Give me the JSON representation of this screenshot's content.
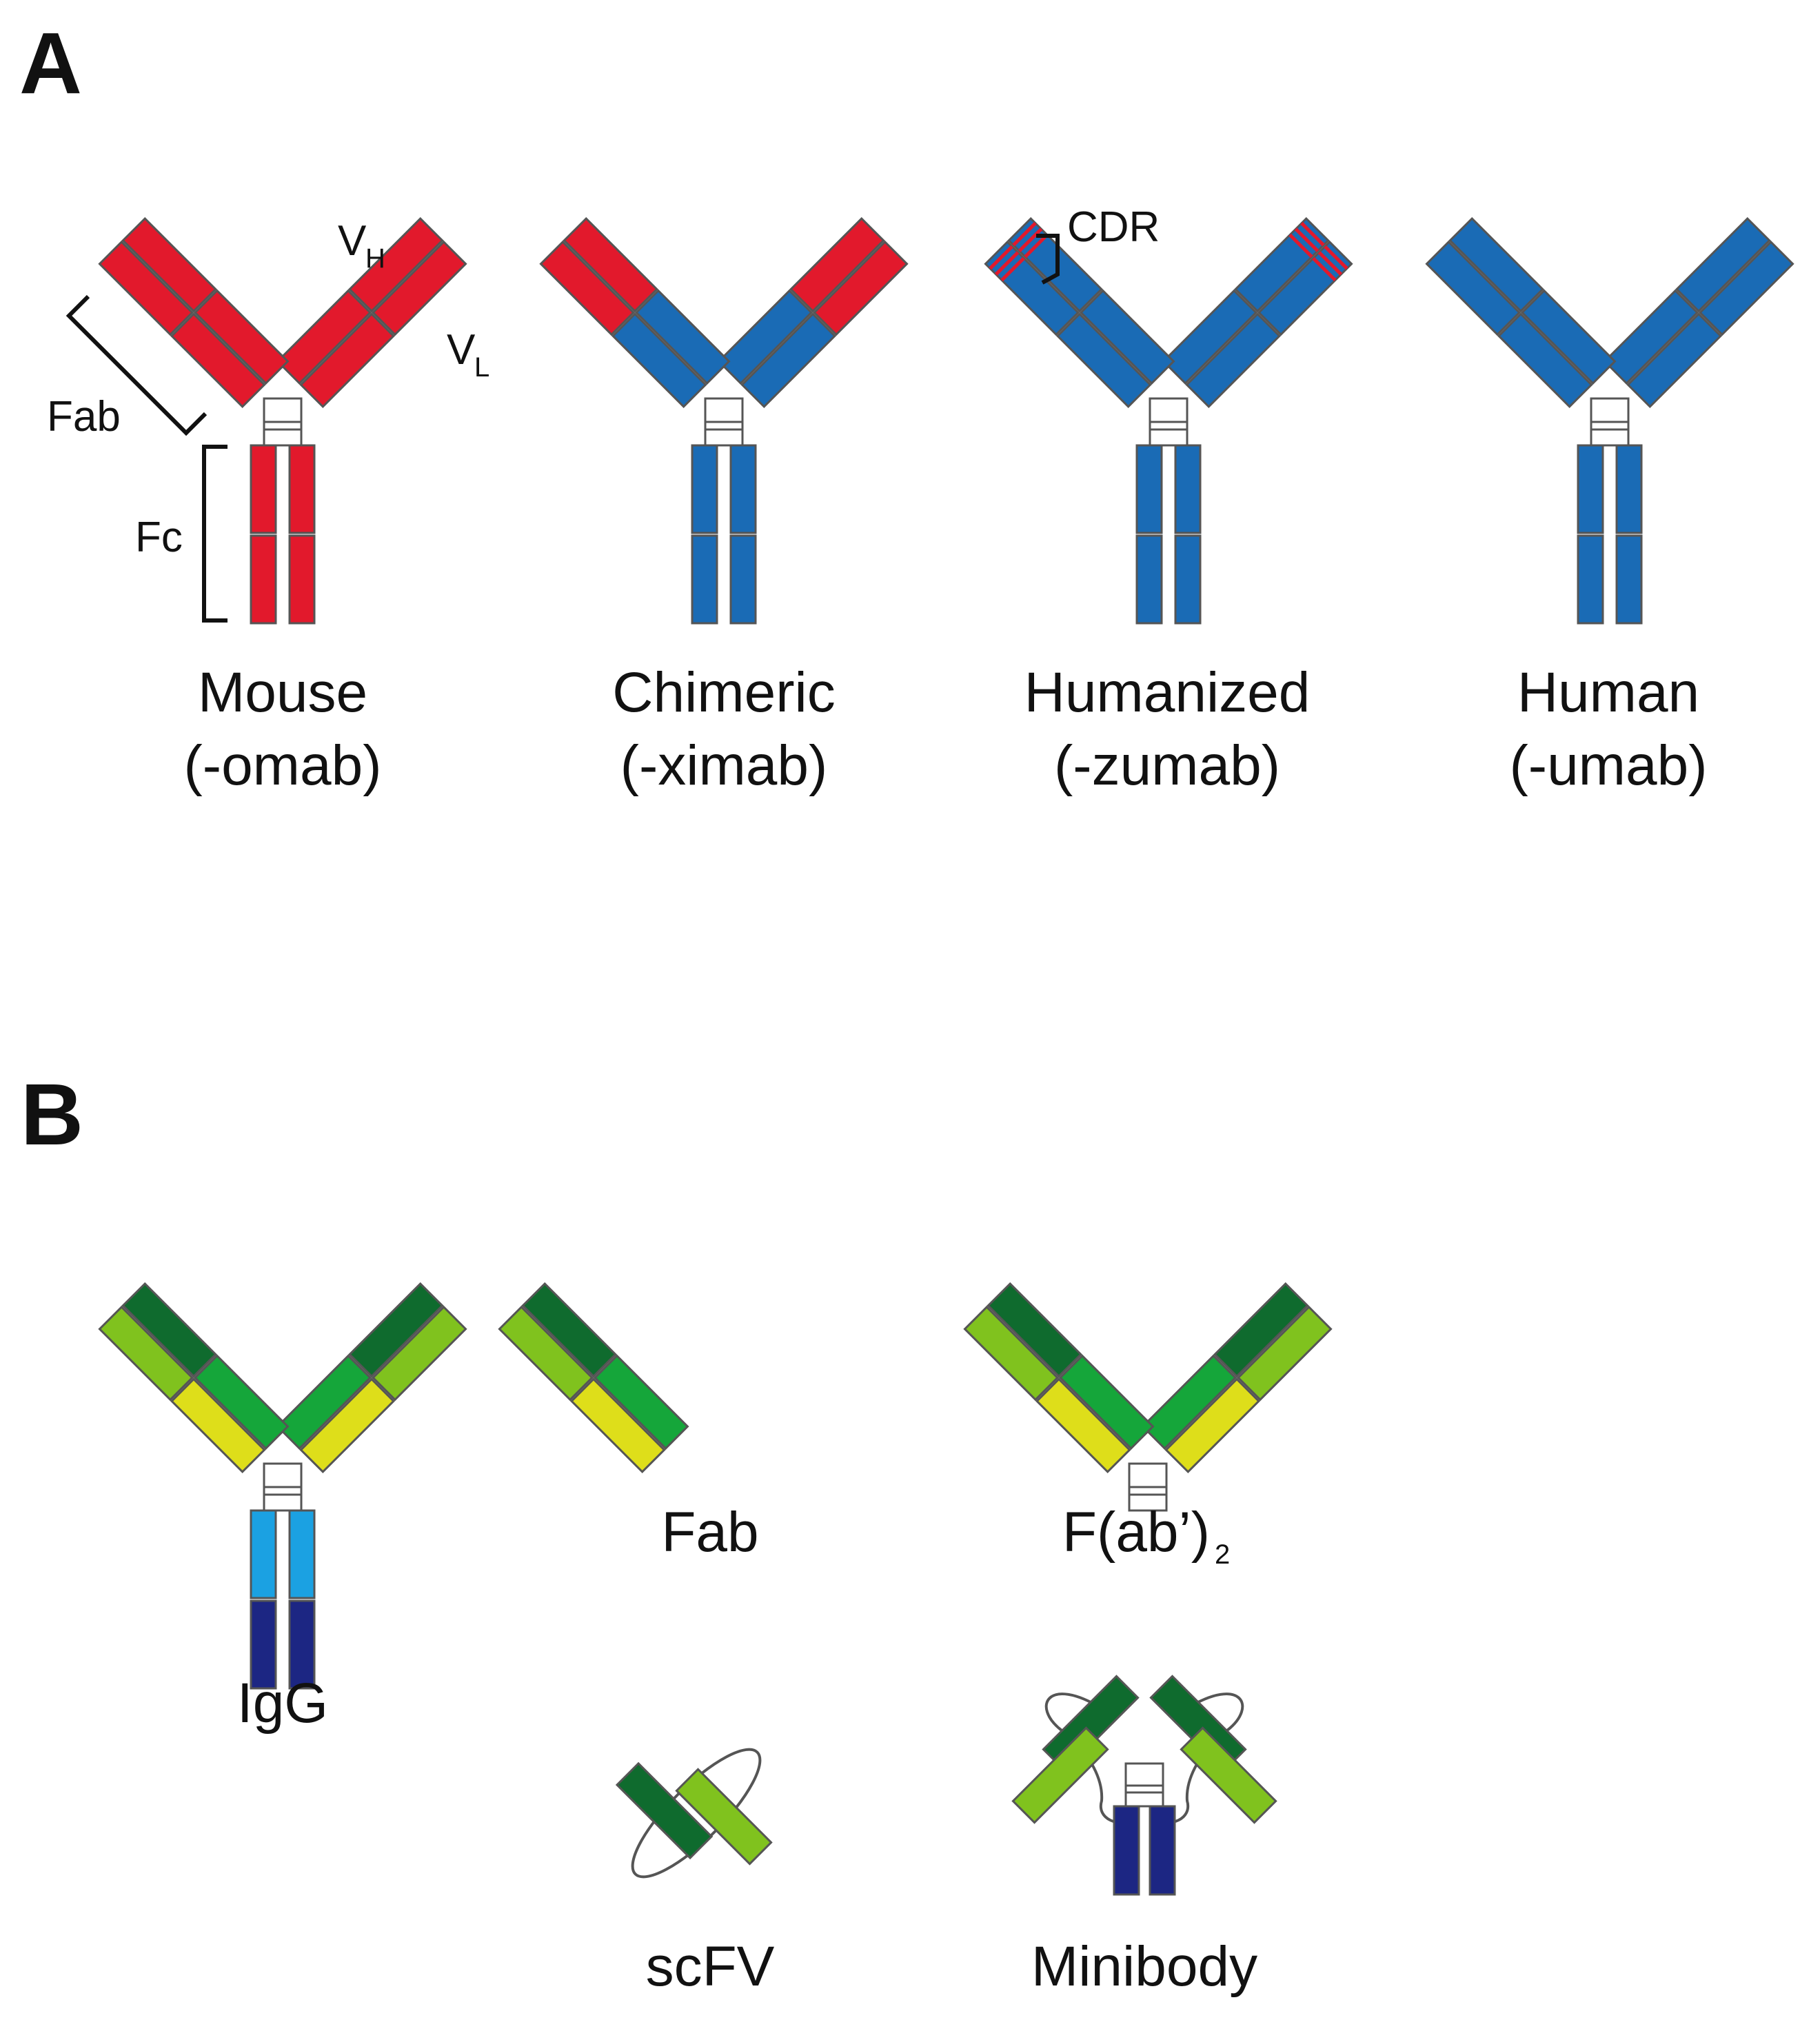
{
  "panel_a": {
    "letter": "A",
    "labels": {
      "vh_main": "V",
      "vh_sub": "H",
      "vl_main": "V",
      "vl_sub": "L",
      "fab": "Fab",
      "fc": "Fc",
      "cdr": "CDR"
    },
    "antibodies": [
      {
        "name": "Mouse",
        "suffix": "(-omab)",
        "variable_color": "#e2192c",
        "constant_color": "#e2192c"
      },
      {
        "name": "Chimeric",
        "suffix": "(-ximab)",
        "variable_color": "#e2192c",
        "constant_color": "#1a6bb5"
      },
      {
        "name": "Humanized",
        "suffix": "(-zumab)",
        "variable_color": "#1a6bb5",
        "constant_color": "#1a6bb5",
        "cdr_color": "#e2192c"
      },
      {
        "name": "Human",
        "suffix": "(-umab)",
        "variable_color": "#1a6bb5",
        "constant_color": "#1a6bb5"
      }
    ]
  },
  "panel_b": {
    "letter": "B",
    "formats": [
      {
        "name": "IgG"
      },
      {
        "name": "Fab"
      },
      {
        "name_main": "F(ab’)",
        "name_sub": "2"
      },
      {
        "name": "scFV"
      },
      {
        "name": "Minibody"
      }
    ],
    "colors": {
      "vh": "#0f6b2e",
      "ch1": "#15a63a",
      "vl": "#80c21e",
      "cl": "#dede1a",
      "ch2": "#1ba1e2",
      "ch3": "#1c2683"
    }
  }
}
